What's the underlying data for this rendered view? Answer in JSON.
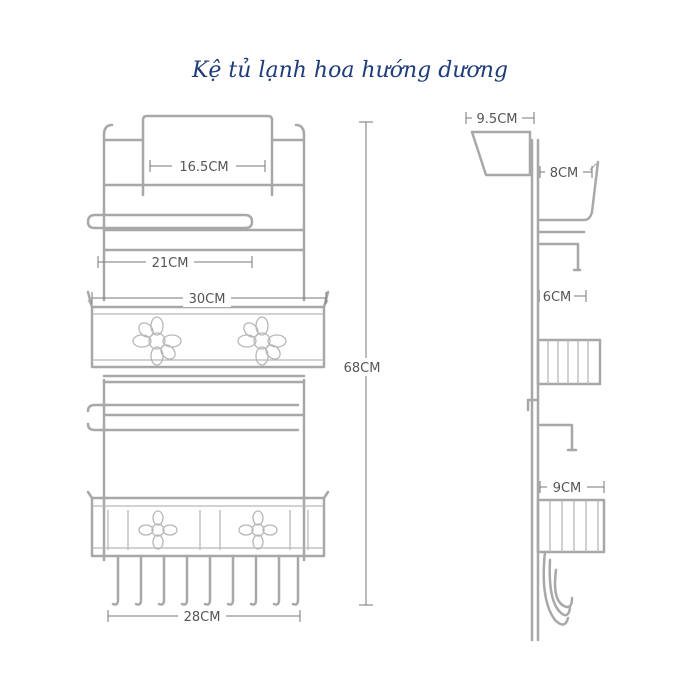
{
  "title": "Kệ tủ lạnh hoa hướng dương",
  "front_view": {
    "width_top": "16.5CM",
    "width_rail": "21CM",
    "width_basket": "30CM",
    "width_bottom": "28CM",
    "height": "68CM"
  },
  "side_view": {
    "depth_hook": "9.5CM",
    "depth_top_basket": "8CM",
    "depth_mid_basket": "6CM",
    "depth_bottom_basket": "9CM"
  }
}
